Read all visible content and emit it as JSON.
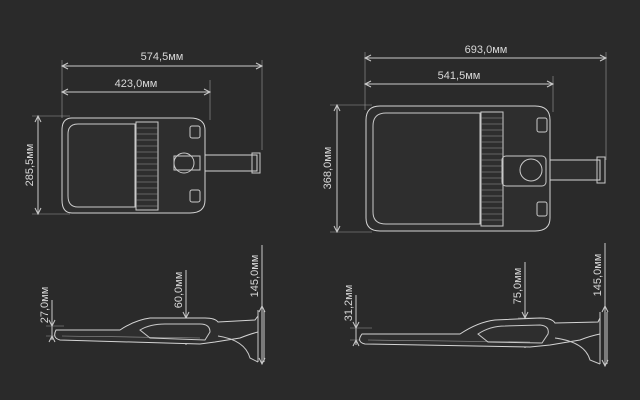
{
  "colors": {
    "background": "#2a2a2a",
    "lines": "#c9c9c9",
    "text": "#d8d8d8"
  },
  "left_top_view": {
    "overall_width": "574,5мм",
    "body_width": "423,0мм",
    "height": "285,5мм"
  },
  "right_top_view": {
    "overall_width": "693,0мм",
    "body_width": "541,5мм",
    "height": "368,0мм"
  },
  "left_side_view": {
    "front_thickness": "27,0мм",
    "body_thickness": "60,0мм",
    "bracket_height": "145,0мм"
  },
  "right_side_view": {
    "front_thickness": "31,2мм",
    "body_thickness": "75,0мм",
    "bracket_height": "145,0мм"
  }
}
